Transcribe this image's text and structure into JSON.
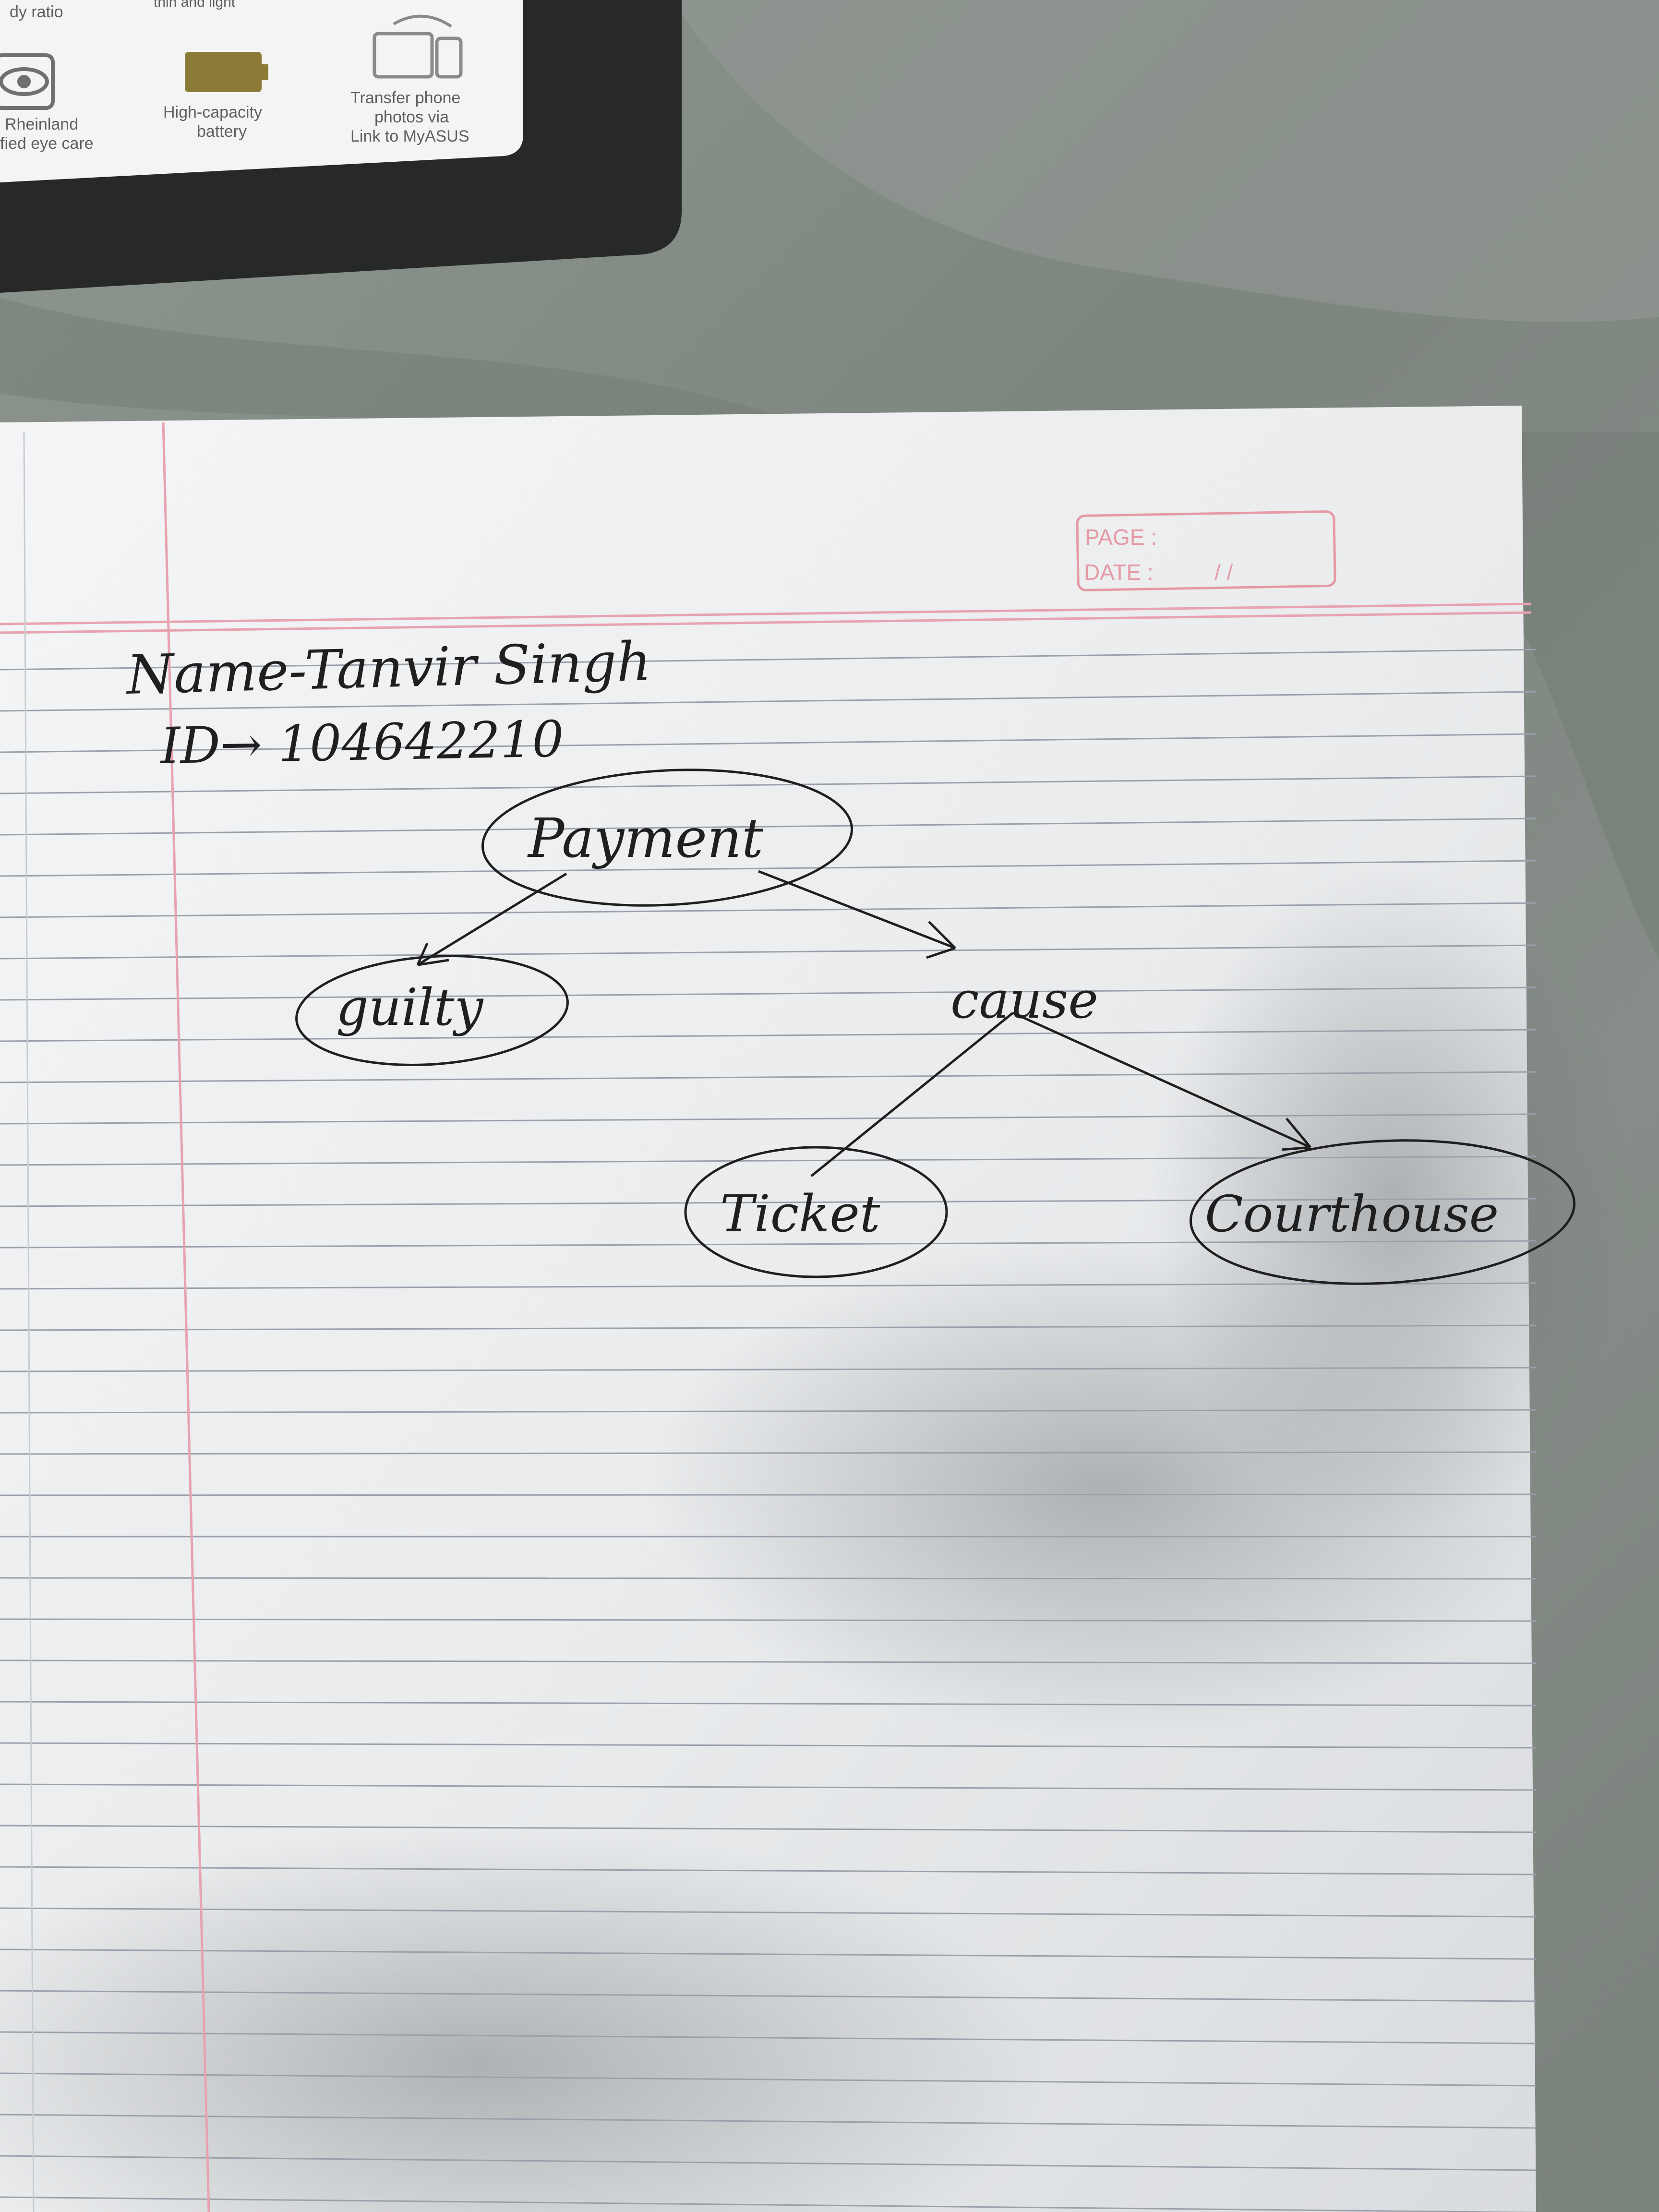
{
  "box_top_text": "dy ratio",
  "box_top_text_right": "thin and light",
  "features": [
    {
      "icon": "eye-icon",
      "line1": "Rheinland",
      "line2": "fied eye care"
    },
    {
      "icon": "battery-icon",
      "line1": "High-capacity",
      "line2": "battery"
    },
    {
      "icon": "phone-sync-icon",
      "line1": "Transfer phone",
      "line2": "photos via",
      "line3": "Link to MyASUS"
    }
  ],
  "notebook_header": {
    "page_label": "PAGE :",
    "date_label": "DATE :",
    "date_slashes": "/     /"
  },
  "handwriting": {
    "name_line": "Name-Tanvir Singh",
    "id_line": "ID→ 104642210"
  },
  "diagram": {
    "nodes": [
      {
        "id": "payment",
        "label": "Payment",
        "circled": true
      },
      {
        "id": "guilty",
        "label": "guilty",
        "circled": true
      },
      {
        "id": "cause",
        "label": "cause",
        "circled": false
      },
      {
        "id": "ticket",
        "label": "Ticket",
        "circled": true
      },
      {
        "id": "courthouse",
        "label": "Courthouse",
        "circled": true
      }
    ],
    "edges": [
      {
        "from": "payment",
        "to": "guilty"
      },
      {
        "from": "payment",
        "to": "cause"
      },
      {
        "from": "cause",
        "to": "ticket"
      },
      {
        "from": "cause",
        "to": "courthouse"
      }
    ]
  },
  "colors": {
    "cloth": "#838b85",
    "paper": "#f2f3f4",
    "rule_line": "#9aa0ab",
    "margin_line": "#e7a3b0",
    "ink": "#1f1f1f",
    "device_frame": "#262928"
  }
}
